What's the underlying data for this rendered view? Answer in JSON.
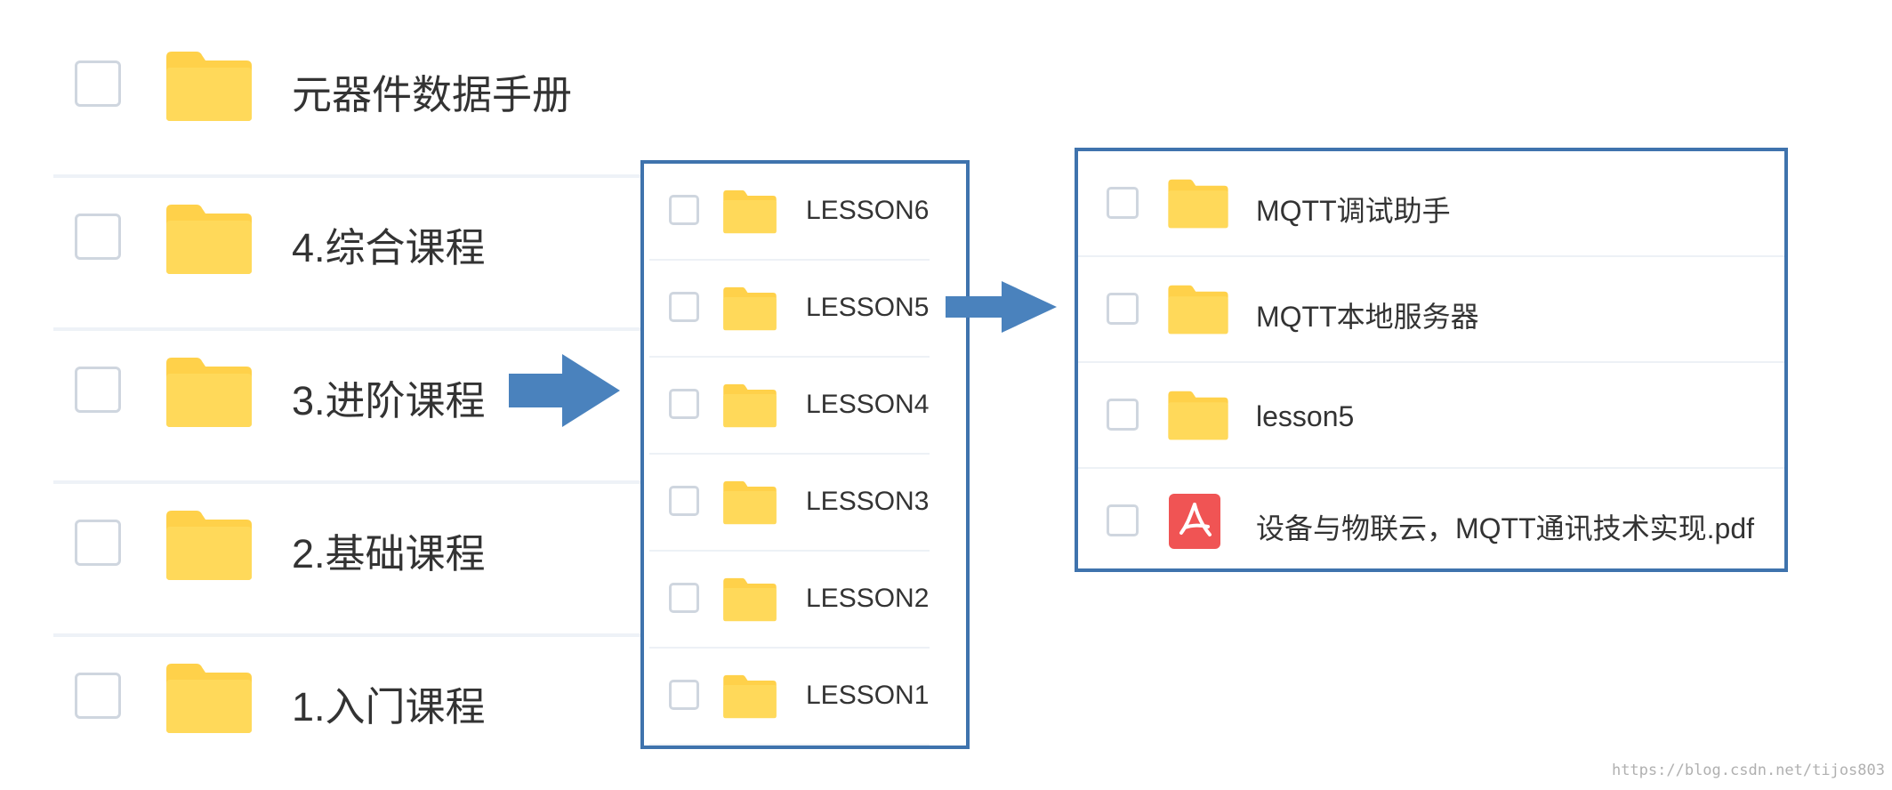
{
  "colors": {
    "panel_border": "#3f73ad",
    "folder": "#ffd95a",
    "folder_dark": "#ffd14a",
    "pdf": "#f05454",
    "arrow": "#4a82bd"
  },
  "left_panel": {
    "items": [
      {
        "label": "元器件数据手册",
        "icon": "folder-icon"
      },
      {
        "label": "4.综合课程",
        "icon": "folder-icon"
      },
      {
        "label": "3.进阶课程",
        "icon": "folder-icon"
      },
      {
        "label": "2.基础课程",
        "icon": "folder-icon"
      },
      {
        "label": "1.入门课程",
        "icon": "folder-icon"
      }
    ]
  },
  "middle_panel": {
    "items": [
      {
        "label": "LESSON6",
        "icon": "folder-icon"
      },
      {
        "label": "LESSON5",
        "icon": "folder-icon"
      },
      {
        "label": "LESSON4",
        "icon": "folder-icon"
      },
      {
        "label": "LESSON3",
        "icon": "folder-icon"
      },
      {
        "label": "LESSON2",
        "icon": "folder-icon"
      },
      {
        "label": "LESSON1",
        "icon": "folder-icon"
      }
    ]
  },
  "right_panel": {
    "items": [
      {
        "label": "MQTT调试助手",
        "icon": "folder-icon"
      },
      {
        "label": "MQTT本地服务器",
        "icon": "folder-icon"
      },
      {
        "label": "lesson5",
        "icon": "folder-icon"
      },
      {
        "label": "设备与物联云，MQTT通讯技术实现.pdf",
        "icon": "pdf-icon"
      }
    ]
  },
  "watermark": "https://blog.csdn.net/tijos803"
}
